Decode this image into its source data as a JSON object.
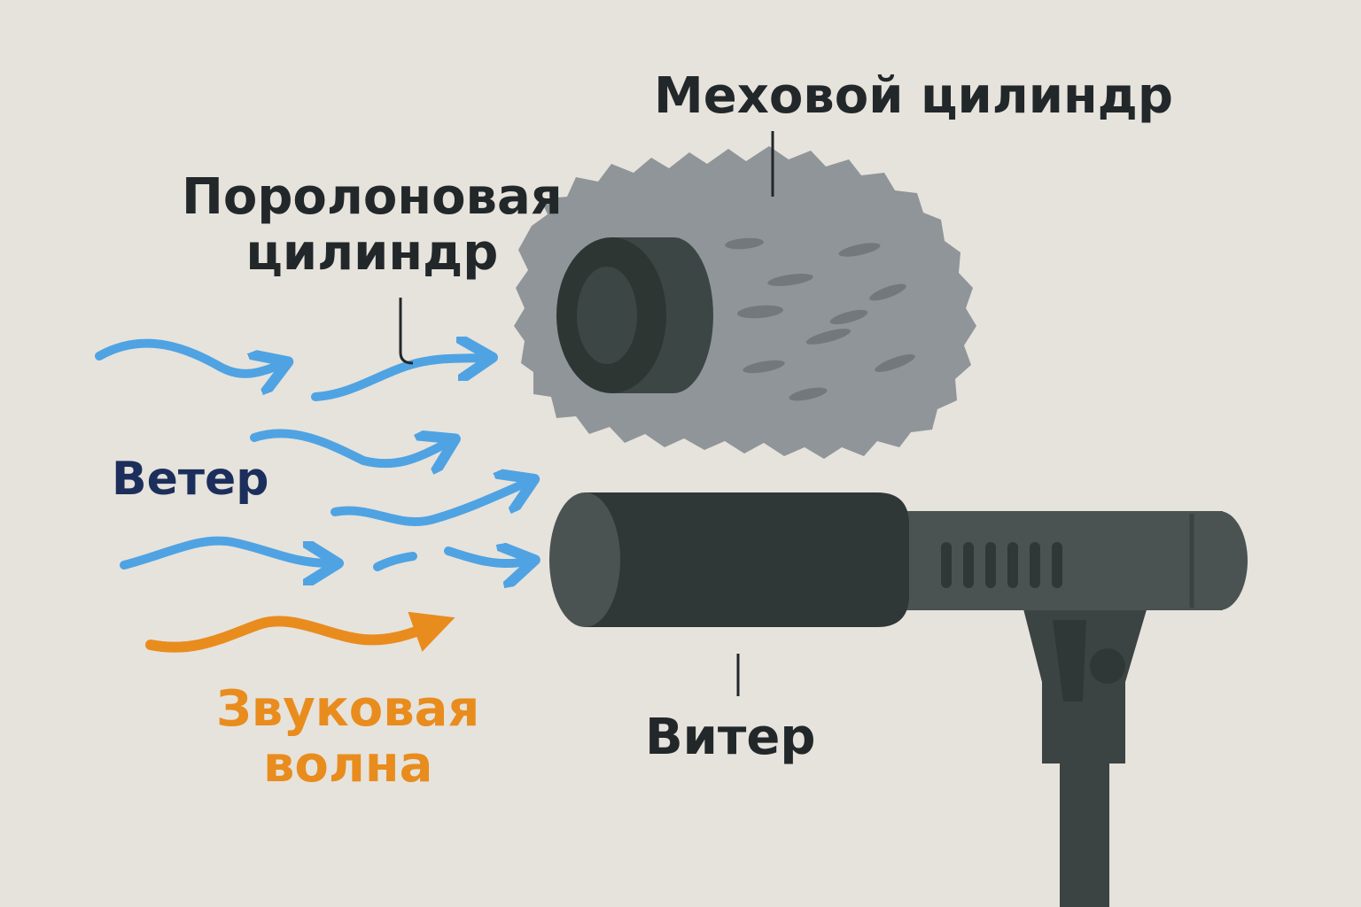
{
  "labels": {
    "fur_cylinder": "Меховой цилиндр",
    "foam_cylinder_line1": "Поролоновая",
    "foam_cylinder_line2": "цилиндр",
    "wind": "Ветер",
    "sound_wave_line1": "Звуковая",
    "sound_wave_line2": "волна",
    "microphone": "Витер"
  },
  "colors": {
    "background": "#e6e3dc",
    "text_dark": "#22272a",
    "wind_label": "#1c2f5c",
    "wind_arrows": "#4fa3e3",
    "sound_wave": "#e98c1e",
    "fur": "#8f9598",
    "fur_dark": "#72787b",
    "foam": "#3c4645",
    "foam_inner": "#2e3634",
    "mic_body": "#4a5352",
    "mic_windscreen": "#2f3836",
    "stand": "#3b4442"
  }
}
